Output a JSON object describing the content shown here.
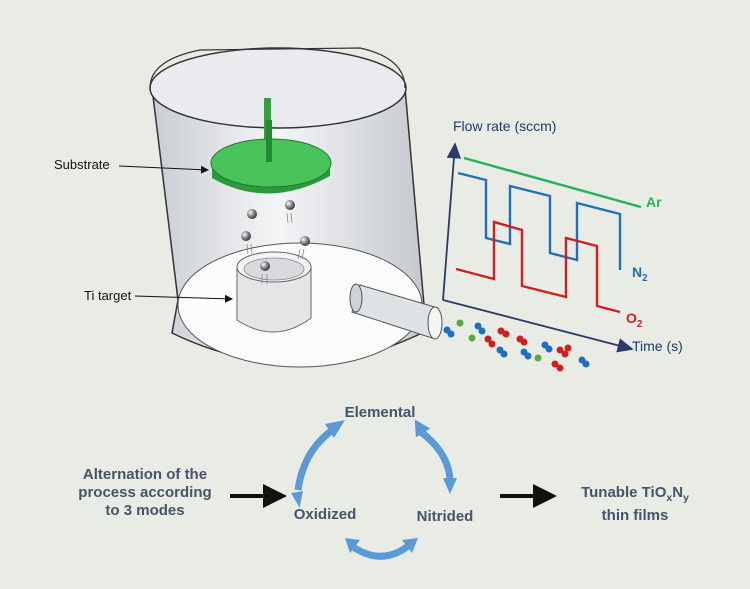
{
  "labels": {
    "substrate": "Substrate",
    "ti_target": "Ti target"
  },
  "chart_data": {
    "type": "line",
    "title": "",
    "ylabel": "Flow rate (sccm)",
    "xlabel": "Time (s)",
    "series": [
      {
        "name": "Ar",
        "sub": "",
        "color": "#22b35a"
      },
      {
        "name": "N",
        "sub": "2",
        "color": "#1f6fbf"
      },
      {
        "name": "O",
        "sub": "2",
        "color": "#cc1f1f"
      }
    ]
  },
  "process": {
    "input_text": [
      "Alternation of the",
      "process according",
      "to 3 modes"
    ],
    "modes": {
      "elemental": "Elemental",
      "oxidized": "Oxidized",
      "nitrided": "Nitrided"
    },
    "output_line1_prefix": "Tunable TiO",
    "output_sub_x": "x",
    "output_N": "N",
    "output_sub_y": "y",
    "output_line2": "thin films"
  },
  "colors": {
    "background": "#e8ece4",
    "text_blue_gray": "#44546a",
    "cycle_arrow": "#5b9bd5",
    "substrate_green": "#3cb043"
  }
}
